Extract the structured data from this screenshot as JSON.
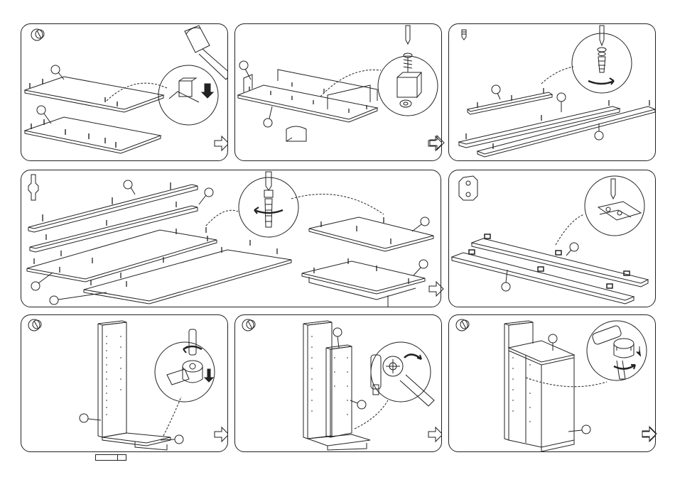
{
  "document": {
    "type": "assembly-instructions",
    "steps": [
      {
        "id": "step-1",
        "icon": "cam-lock-icon",
        "callouts": 2,
        "detail": "hammer-insert-dowel"
      },
      {
        "id": "step-2",
        "icon": "",
        "callouts": 2,
        "detail": "screw-into-block"
      },
      {
        "id": "step-3",
        "icon": "screw-anchor-icon",
        "callouts": 3,
        "detail": "screwdriver-anchor"
      },
      {
        "id": "step-4",
        "icon": "cam-bolt-icon",
        "callouts": 5,
        "detail": "screw-cam-bolt"
      },
      {
        "id": "step-5",
        "icon": "hinge-plate-icon",
        "callouts": 2,
        "detail": "screw-hinge-plate"
      },
      {
        "id": "step-6",
        "icon": "cam-lock-icon",
        "callouts": 2,
        "detail": "tighten-cam-lock"
      },
      {
        "id": "step-7",
        "icon": "cam-lock-icon",
        "callouts": 2,
        "detail": "tighten-cam-lock"
      },
      {
        "id": "step-8",
        "icon": "cam-lock-icon",
        "callouts": 2,
        "detail": "tighten-cam-lock"
      }
    ],
    "colors": {
      "line": "#222222",
      "background": "#ffffff"
    }
  }
}
